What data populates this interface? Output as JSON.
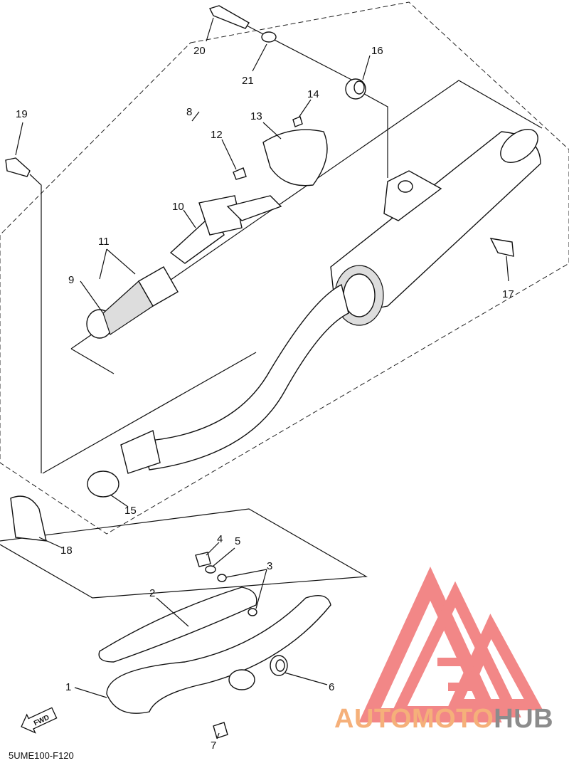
{
  "diagram": {
    "parts": [
      {
        "id": "1",
        "label": "1"
      },
      {
        "id": "2",
        "label": "2"
      },
      {
        "id": "3",
        "label": "3"
      },
      {
        "id": "4",
        "label": "4"
      },
      {
        "id": "5",
        "label": "5"
      },
      {
        "id": "6",
        "label": "6"
      },
      {
        "id": "7",
        "label": "7"
      },
      {
        "id": "8",
        "label": "8"
      },
      {
        "id": "9",
        "label": "9"
      },
      {
        "id": "10",
        "label": "10"
      },
      {
        "id": "11",
        "label": "11"
      },
      {
        "id": "12",
        "label": "12"
      },
      {
        "id": "13",
        "label": "13"
      },
      {
        "id": "14",
        "label": "14"
      },
      {
        "id": "15",
        "label": "15"
      },
      {
        "id": "16",
        "label": "16"
      },
      {
        "id": "17",
        "label": "17"
      },
      {
        "id": "18",
        "label": "18"
      },
      {
        "id": "19",
        "label": "19"
      },
      {
        "id": "20",
        "label": "20"
      },
      {
        "id": "21",
        "label": "21"
      }
    ],
    "direction_badge": "FWD",
    "diagram_code": "5UME100-F120"
  },
  "watermark": {
    "part_a": "AUTOMOTO",
    "part_b": "HUB",
    "color_a": "#f5b07a",
    "color_b": "#8c8c8c",
    "logo_color": "#f06a6a",
    "logo_icon": "triangle-logo-icon"
  }
}
